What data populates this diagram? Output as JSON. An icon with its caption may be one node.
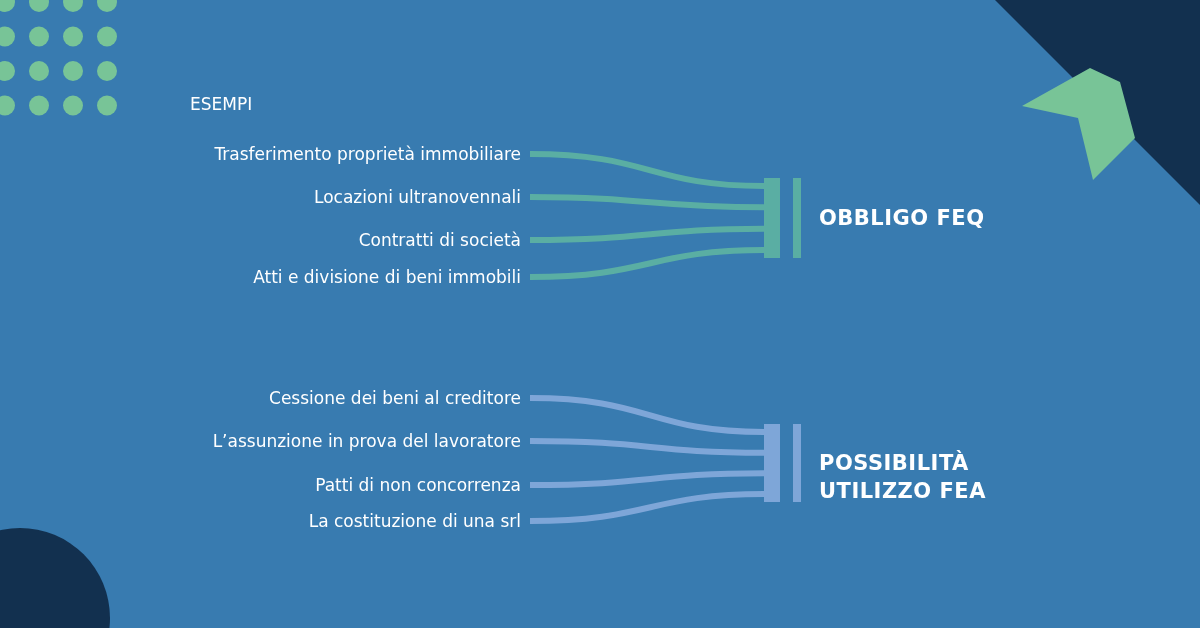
{
  "diagram": {
    "title": "ESEMPI",
    "nodes": [
      {
        "text": [
          "Trasferimento proprietà immobiliare"
        ]
      },
      {
        "text": [
          "Locazioni ultranovennali"
        ]
      },
      {
        "text": [
          "Contratti di società"
        ]
      },
      {
        "text": [
          "Atti e divisione di beni immobili"
        ]
      },
      {
        "text": [],
        "shape": "bar",
        "beside": [
          "OBBLIGO FEQ"
        ]
      },
      {
        "text": [
          "Cessione dei beni al creditore"
        ]
      },
      {
        "text": [
          "L’assunzione in prova del lavoratore"
        ]
      },
      {
        "text": [
          "Patti di non concorrenza"
        ]
      },
      {
        "text": [
          "La costituzione di una srl"
        ]
      },
      {
        "text": [],
        "shape": "bar",
        "beside": [
          "POSSIBILITÀ UTILIZZO FEA"
        ]
      }
    ],
    "edges": [
      {
        "from": 0,
        "to": 4,
        "arrow": "none",
        "color": "#5aaea3"
      },
      {
        "from": 1,
        "to": 4,
        "arrow": "none",
        "color": "#5aaea3"
      },
      {
        "from": 2,
        "to": 4,
        "arrow": "none",
        "color": "#5aaea3"
      },
      {
        "from": 3,
        "to": 4,
        "arrow": "none",
        "color": "#5aaea3"
      },
      {
        "from": 5,
        "to": 9,
        "arrow": "none",
        "color": "#7ea6d8"
      },
      {
        "from": 6,
        "to": 9,
        "arrow": "none",
        "color": "#7ea6d8"
      },
      {
        "from": 7,
        "to": 9,
        "arrow": "none",
        "color": "#7ea6d8"
      },
      {
        "from": 8,
        "to": 9,
        "arrow": "none",
        "color": "#7ea6d8"
      }
    ]
  }
}
